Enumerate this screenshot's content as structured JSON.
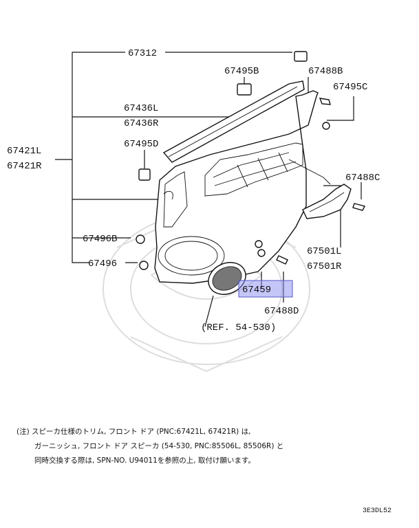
{
  "labels": {
    "p67312": "67312",
    "p67495B": "67495B",
    "p67488B": "67488B",
    "p67495C": "67495C",
    "p67436L": "67436L",
    "p67436R": "67436R",
    "p67421L": "67421L",
    "p67421R": "67421R",
    "p67495D": "67495D",
    "p67488C": "67488C",
    "p67496B": "67496B",
    "p67496": "67496",
    "p67501L": "67501L",
    "p67501R": "67501R",
    "p67459": "67459",
    "p67488D": "67488D",
    "ref": "(REF. 54-530)"
  },
  "highlight_color": "#8c8ef2",
  "note": {
    "line1": "(注) スピーカ仕様のトリム, フロント ドア (PNC:67421L, 67421R) は,",
    "line2": "ガーニッシュ, フロント ドア スピーカ (54-530, PNC:85506L, 85506R) と",
    "line3": "同時交換する際は, SPN-NO. U94011を参照の上, 取付け願います。"
  },
  "diagram_code": "3E3DL52"
}
